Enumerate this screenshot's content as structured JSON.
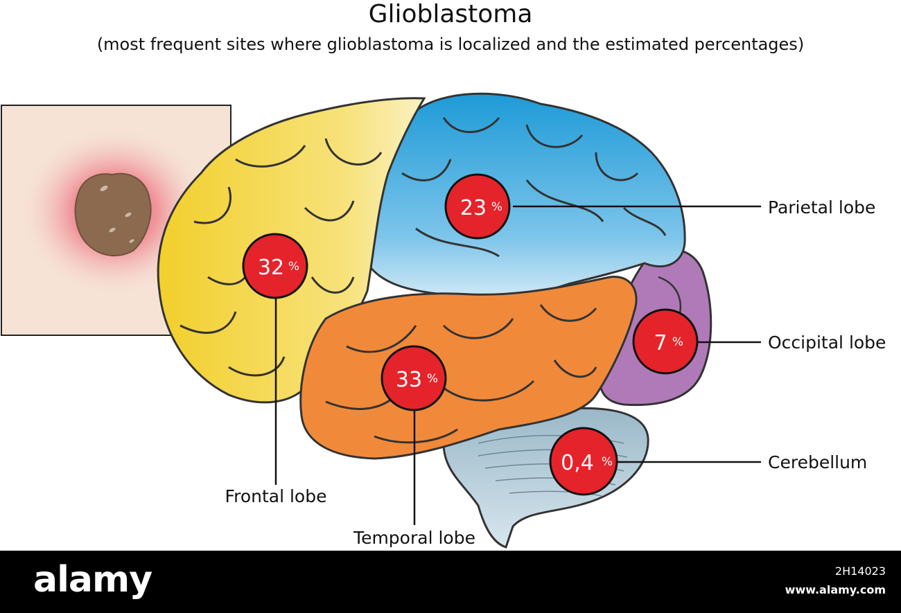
{
  "title": "Glioblastoma",
  "subtitle": "(most frequent sites where glioblastoma is localized and the estimated percentages)",
  "regions": [
    {
      "name": "Frontal lobe",
      "value": "32",
      "unit": "%"
    },
    {
      "name": "Parietal lobe",
      "value": "23",
      "unit": "%"
    },
    {
      "name": "Temporal lobe",
      "value": "33",
      "unit": "%"
    },
    {
      "name": "Occipital lobe",
      "value": "7",
      "unit": "%"
    },
    {
      "name": "Cerebellum",
      "value": "0,4",
      "unit": "%"
    }
  ],
  "colors": {
    "frontal": "#f3d23a",
    "parietal": "#2fa5de",
    "temporal": "#f08a3a",
    "occipital": "#b07ab8",
    "cerebellum": "#a9c4d2",
    "badge": "#e5232b",
    "tumor_bg": "#f6e3d6",
    "tumor_glow": "#e23b4c",
    "tumor": "#8b6a4f"
  },
  "footer": {
    "brand": "alamy",
    "image_id": "2H14023",
    "url": "www.alamy.com"
  }
}
